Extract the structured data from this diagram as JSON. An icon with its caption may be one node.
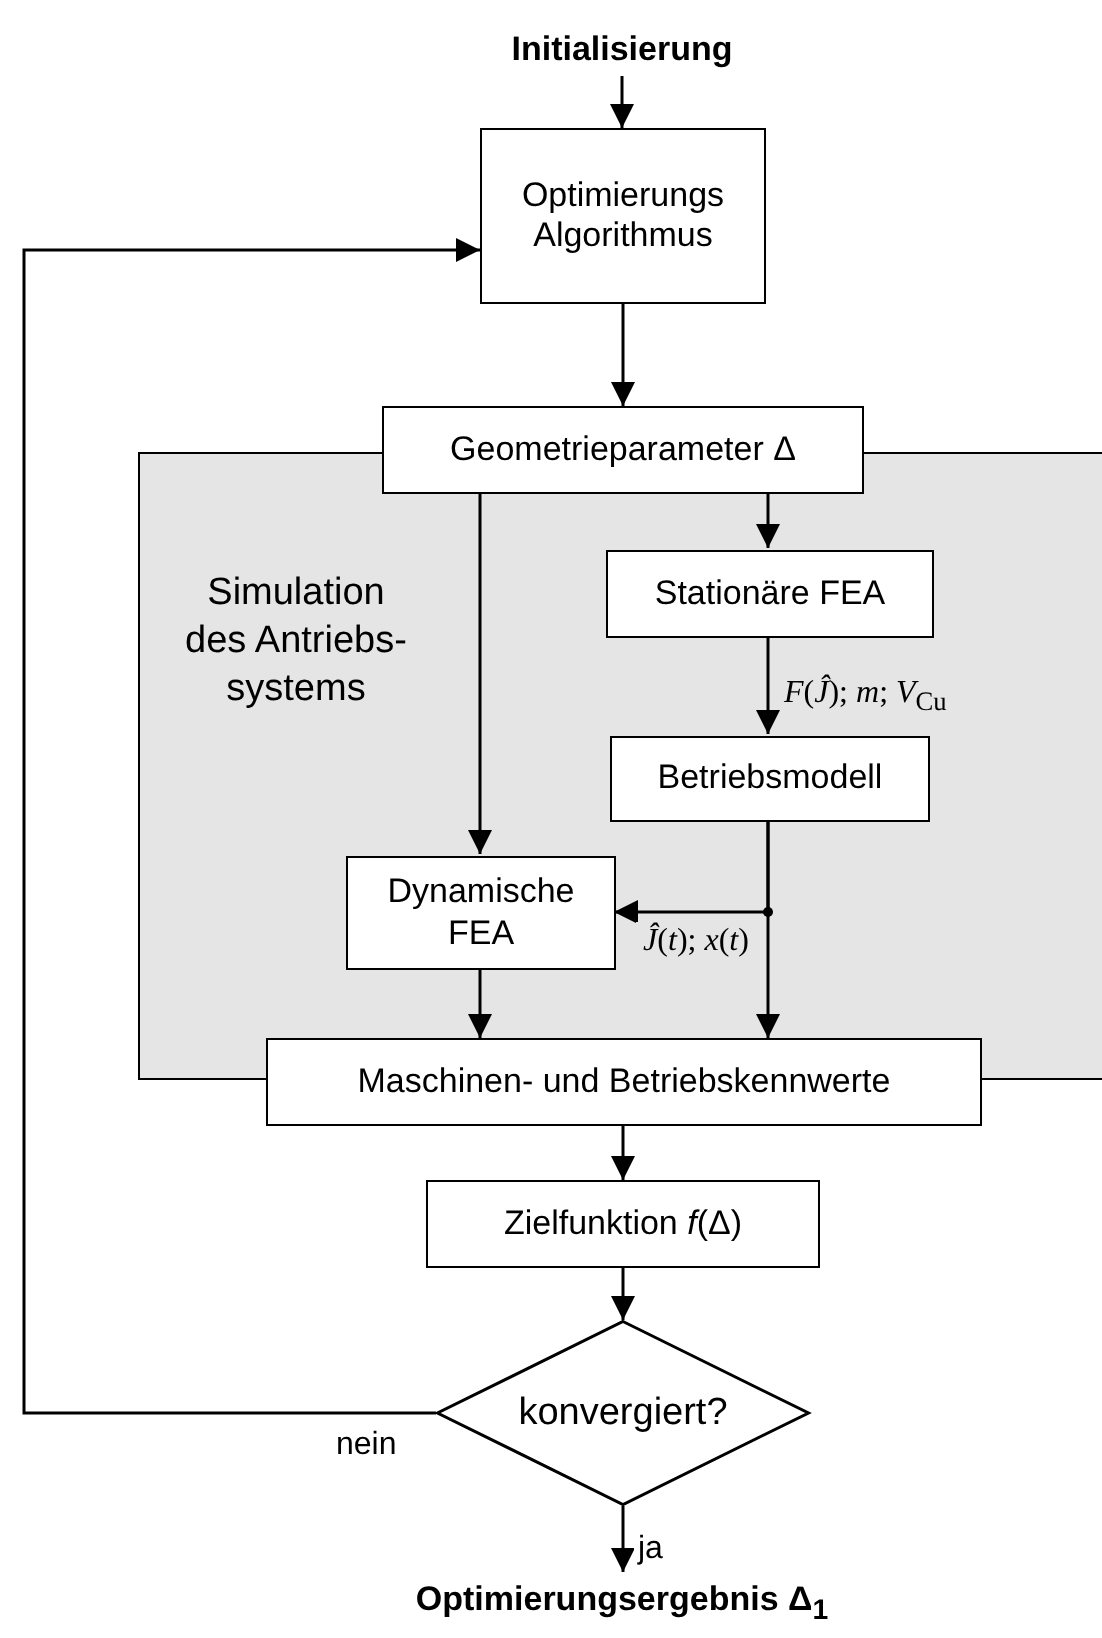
{
  "diagram": {
    "nodes": [
      {
        "text": [
          "Initialisierung"
        ]
      },
      {
        "text": [
          "Optimierungs Algorithmus"
        ]
      },
      {
        "text": [
          "Geometrieparameter Δ"
        ]
      },
      {
        "text": [
          "Simulation des Antriebs- systems"
        ]
      },
      {
        "text": [
          "Stationäre FEA"
        ],
        "in": 3
      },
      {
        "text": [
          "Betriebsmodell"
        ],
        "in": 3
      },
      {
        "text": [
          "Dynamische FEA"
        ],
        "in": 3
      },
      {
        "text": [
          "Maschinen- und Betriebskennwerte"
        ]
      },
      {
        "text": [
          "Zielfunktion *f*(Δ)"
        ]
      },
      {
        "text": [
          "konvergiert?"
        ]
      },
      {
        "text": [
          "Optimierungsergebnis Δ$_{1}$"
        ]
      }
    ],
    "edges": [
      {
        "from": 0,
        "to": 1,
        "arrow": "to"
      },
      {
        "from": 1,
        "to": 2,
        "arrow": "to"
      },
      {
        "from": 2,
        "to": 4,
        "arrow": "to"
      },
      {
        "from": 4,
        "to": 5,
        "arrow": "to",
        "label": "*F*(*Ĵ*); *m*; *V*$_{Cu}$"
      },
      {
        "from": 2,
        "to": 6,
        "arrow": "to"
      },
      {
        "from": 5,
        "to": 6,
        "arrow": "to"
      },
      {
        "from": 5,
        "to": 7,
        "arrow": "to",
        "label": "*Ĵ*(*t*); *x*(*t*)"
      },
      {
        "from": 6,
        "to": 7,
        "arrow": "to"
      },
      {
        "from": 7,
        "to": 8,
        "arrow": "to"
      },
      {
        "from": 8,
        "to": 9,
        "arrow": "to"
      },
      {
        "from": 9,
        "to": 1,
        "arrow": "to",
        "label": "nein"
      },
      {
        "from": 9,
        "to": 10,
        "arrow": "to",
        "label": "ja"
      }
    ]
  }
}
